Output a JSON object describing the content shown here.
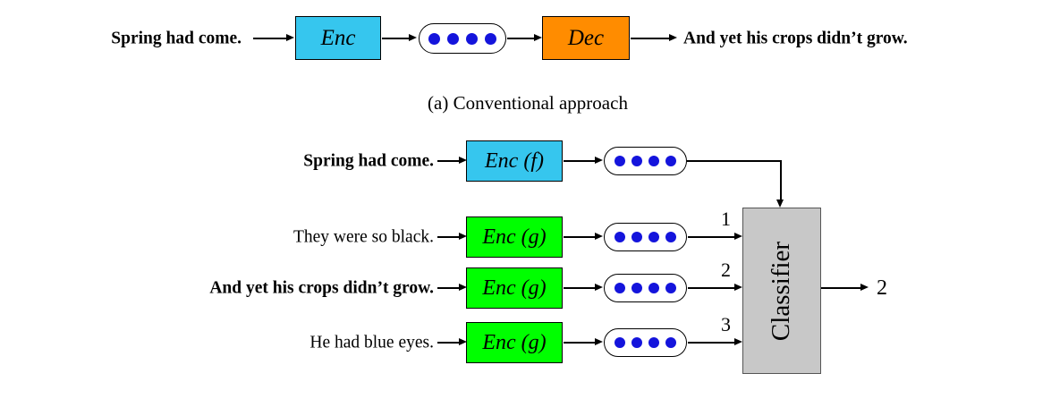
{
  "figure": {
    "panel_a": {
      "caption": "(a) Conventional approach",
      "input_sentence": "Spring had come.",
      "encoder_label": "Enc",
      "decoder_label": "Dec",
      "output_sentence": "And yet his crops didn’t grow.",
      "vector_dots": 4
    },
    "panel_b": {
      "context_row": {
        "sentence": "Spring had come.",
        "encoder_label": "Enc (f)",
        "vector_dots": 4,
        "bold": true
      },
      "candidate_rows": [
        {
          "sentence": "They were so black.",
          "encoder_label": "Enc (g)",
          "vector_dots": 4,
          "index_label": "1",
          "bold": false
        },
        {
          "sentence": "And yet his crops didn’t grow.",
          "encoder_label": "Enc (g)",
          "vector_dots": 4,
          "index_label": "2",
          "bold": true
        },
        {
          "sentence": "He had blue eyes.",
          "encoder_label": "Enc (g)",
          "vector_dots": 4,
          "index_label": "3",
          "bold": false
        }
      ],
      "classifier_label": "Classifier",
      "output_label": "2"
    }
  },
  "colors": {
    "encoder_f": "#36c6ee",
    "encoder_g": "#00ff00",
    "decoder": "#ff8c00",
    "classifier": "#c8c8c8",
    "vector_dot": "#1414dc",
    "stroke": "#000000",
    "background": "#ffffff"
  }
}
